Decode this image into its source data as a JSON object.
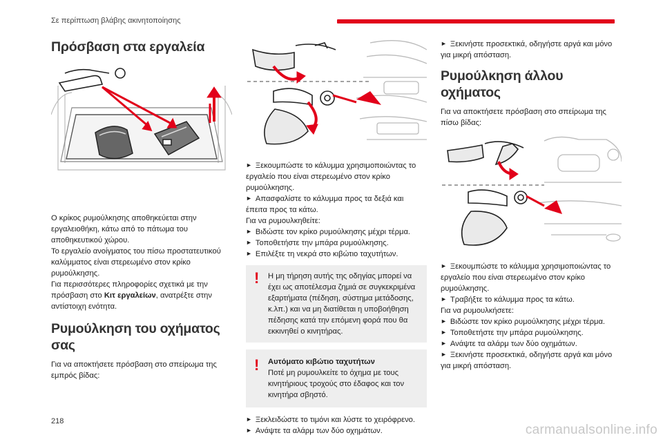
{
  "header": {
    "section": "Σε περίπτωση βλάβης ακινητοποίησης",
    "accent_color": "#e2001a"
  },
  "col1": {
    "heading": "Πρόσβαση στα εργαλεία",
    "p1": "Ο κρίκος ρυμούλκησης αποθηκεύεται στην εργαλειοθήκη, κάτω από το πάτωμα του αποθηκευτικού χώρου.",
    "p2": "Το εργαλείο ανοίγματος του πίσω προστατευτικού καλύμματος είναι στερεωμένο στον κρίκο ρυμούλκησης.",
    "p3_start": "Για περισσότερες πληροφορίες σχετικά με την πρόσβαση στο ",
    "p3_bold": "Κιτ εργαλείων",
    "p3_end": ", ανατρέξτε στην αντίστοιχη ενότητα.",
    "heading2": "Ρυμούλκηση του οχήματος σας",
    "p4": "Για να αποκτήσετε πρόσβαση στο σπείρωμα της εμπρός βίδας:"
  },
  "col2": {
    "steps1": [
      "Ξεκουμπώστε το κάλυμμα χρησιμοποιώντας το εργαλείο που είναι στερεωμένο στον κρίκο ρυμούλκησης.",
      "Απασφαλίστε το κάλυμμα προς τα δεξιά και έπειτα προς τα κάτω."
    ],
    "tow_intro": "Για να ρυμουλκηθείτε:",
    "steps2": [
      "Βιδώστε τον κρίκο ρυμούλκησης μέχρι τέρμα.",
      "Τοποθετήστε την μπάρα ρυμούλκησης.",
      "Επιλέξτε τη νεκρά στο κιβώτιο ταχυτήτων."
    ],
    "warn1": "Η μη τήρηση αυτής της οδηγίας μπορεί να έχει ως αποτέλεσμα ζημιά σε συγκεκριμένα εξαρτήματα (πέδηση, σύστημα μετάδοσης, κ.λπ.) και να μη διατίθεται η υποβοήθηση πέδησης κατά την επόμενη φορά που θα εκκινηθεί ο κινητήρας.",
    "warn2_title": "Αυτόματο κιβώτιο ταχυτήτων",
    "warn2": "Ποτέ μη ρυμουλκείτε το όχημα με τους κινητήριους τροχούς στο έδαφος και τον κινητήρα σβηστό.",
    "steps3": [
      "Ξεκλειδώστε το τιμόνι και λύστε το χειρόφρενο.",
      "Ανάψτε τα αλάρμ των δύο οχημάτων."
    ]
  },
  "col3": {
    "step_top": "Ξεκινήστε προσεκτικά, οδηγήστε αργά και μόνο για μικρή απόσταση.",
    "heading": "Ρυμούλκηση άλλου οχήματος",
    "intro": "Για να αποκτήσετε πρόσβαση στο σπείρωμα της πίσω βίδας:",
    "steps1": [
      "Ξεκουμπώστε το κάλυμμα χρησιμοποιώντας το εργαλείο που είναι στερεωμένο στον κρίκο ρυμούλκησης.",
      "Τραβήξτε το κάλυμμα προς τα κάτω."
    ],
    "tow_intro": "Για να ρυμουλκήσετε:",
    "steps2": [
      "Βιδώστε τον κρίκο ρυμούλκησης μέχρι τέρμα.",
      "Τοποθετήστε την μπάρα ρυμούλκησης.",
      "Ανάψτε τα αλάρμ των δύο οχημάτων.",
      "Ξεκινήστε προσεκτικά, οδηγήστε αργά και μόνο για μικρή απόσταση."
    ]
  },
  "footer": {
    "page_number": "218",
    "watermark": "carmanualsonline.info"
  }
}
